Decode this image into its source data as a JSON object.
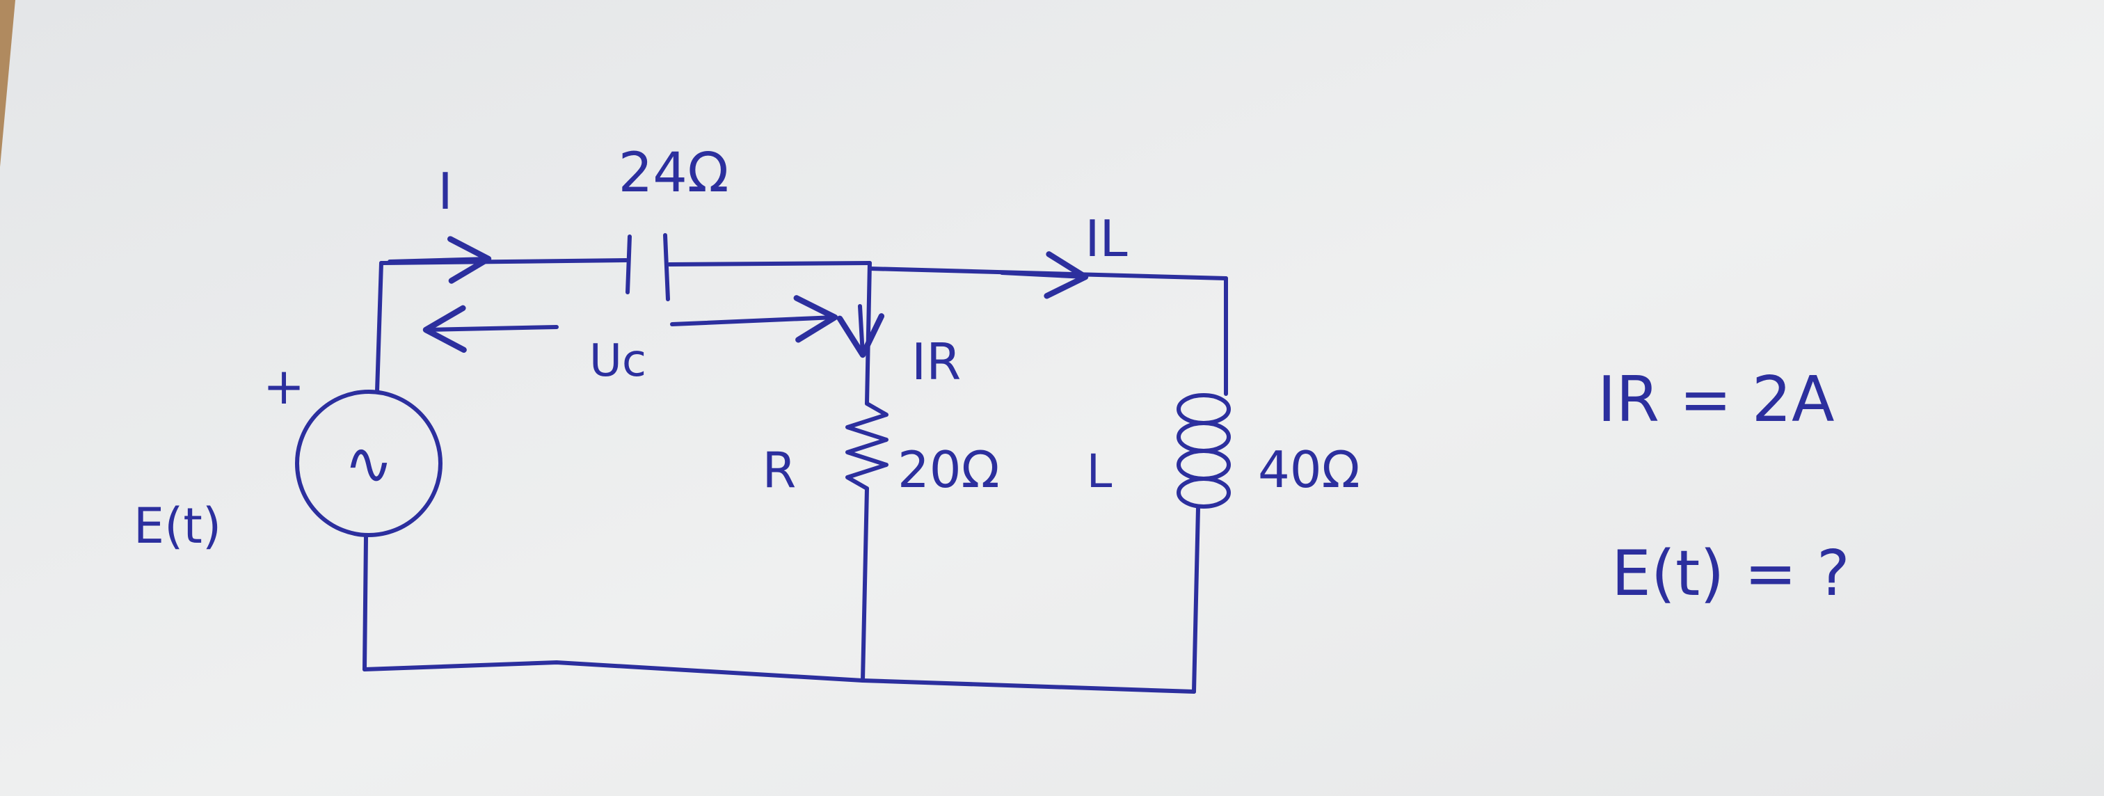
{
  "diagram": {
    "ink_color": "#2c2f9e",
    "paper_color": "#ececec",
    "labels": {
      "source_current": "I",
      "capacitor_value": "24Ω",
      "inductor_current": "IL",
      "capacitor_voltage": "Uc",
      "resistor_current": "IR",
      "source_polarity": "+",
      "source_symbol": "∿",
      "source_name": "E(t)",
      "resistor_name": "R",
      "resistor_value": "20Ω",
      "inductor_name": "L",
      "inductor_value": "40Ω"
    },
    "given": {
      "known_value": "IR = 2A",
      "question": "E(t) = ?"
    }
  }
}
